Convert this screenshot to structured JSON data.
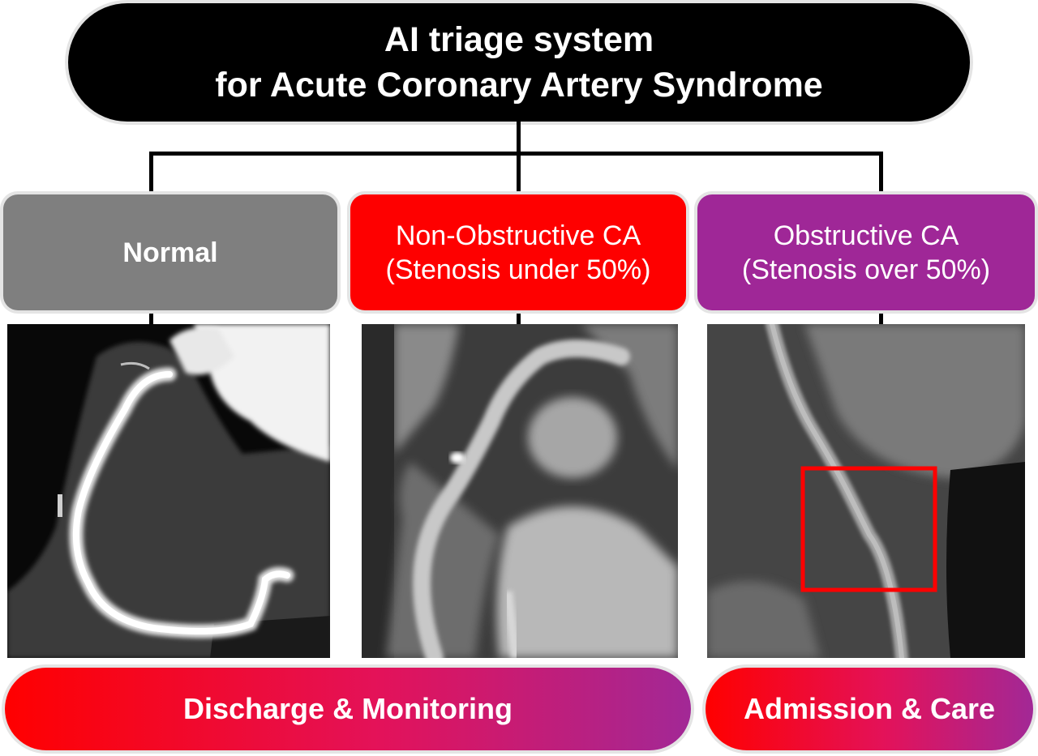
{
  "title": {
    "line1": "AI triage system",
    "line2": "for Acute Coronary Artery Syndrome"
  },
  "categories": [
    {
      "line1": "Normal",
      "line2": "",
      "color": "#7f7f7f"
    },
    {
      "line1": "Non-Obstructive CA",
      "line2": "(Stenosis under 50%)",
      "color": "#fe0000"
    },
    {
      "line1": "Obstructive CA",
      "line2": "(Stenosis over 50%)",
      "color": "#9f2797"
    }
  ],
  "outcomes": [
    {
      "label": "Discharge & Monitoring"
    },
    {
      "label": "Admission & Care"
    }
  ],
  "colors": {
    "gradient_start": "#ff0000",
    "gradient_end": "#a22896",
    "highlight_box": "#ff0000"
  }
}
